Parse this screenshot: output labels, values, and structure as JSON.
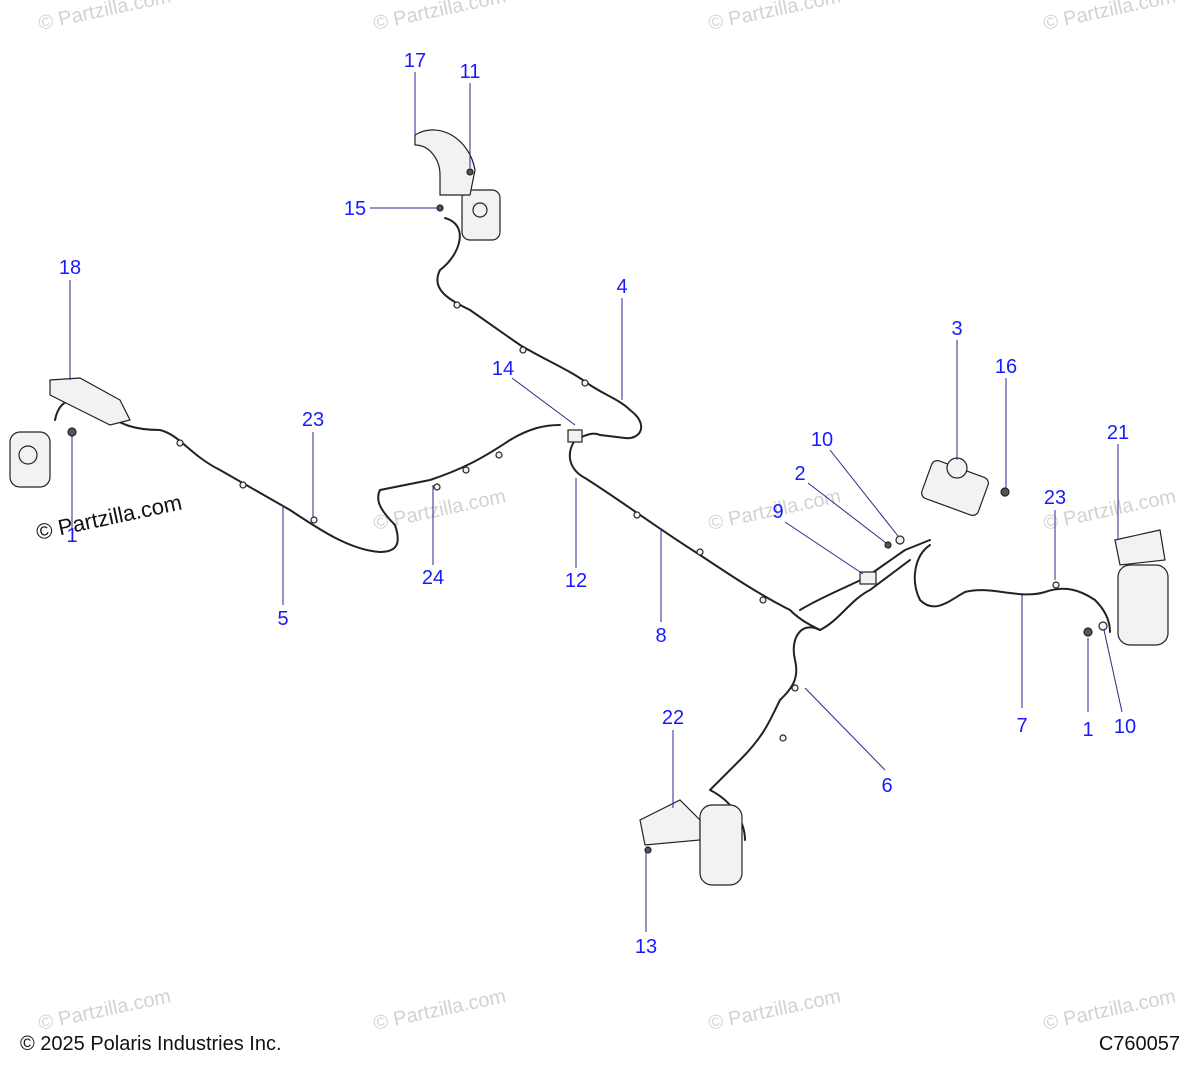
{
  "watermark": "© Partzilla.com",
  "watermark_bold": "© Partzilla.com",
  "copyright": "© 2025 Polaris Industries Inc.",
  "diagram_code": "C760057",
  "callouts": {
    "c1_a": "1",
    "c1_b": "1",
    "c2": "2",
    "c3": "3",
    "c4": "4",
    "c5": "5",
    "c6": "6",
    "c7": "7",
    "c8": "8",
    "c9": "9",
    "c10_a": "10",
    "c10_b": "10",
    "c11": "11",
    "c12": "12",
    "c13": "13",
    "c14": "14",
    "c15": "15",
    "c16": "16",
    "c17": "17",
    "c18": "18",
    "c21": "21",
    "c22": "22",
    "c23_a": "23",
    "c23_b": "23",
    "c24": "24"
  },
  "colors": {
    "callout": "#1a1aff",
    "line": "#222222",
    "watermark": "#d2d2d2"
  }
}
